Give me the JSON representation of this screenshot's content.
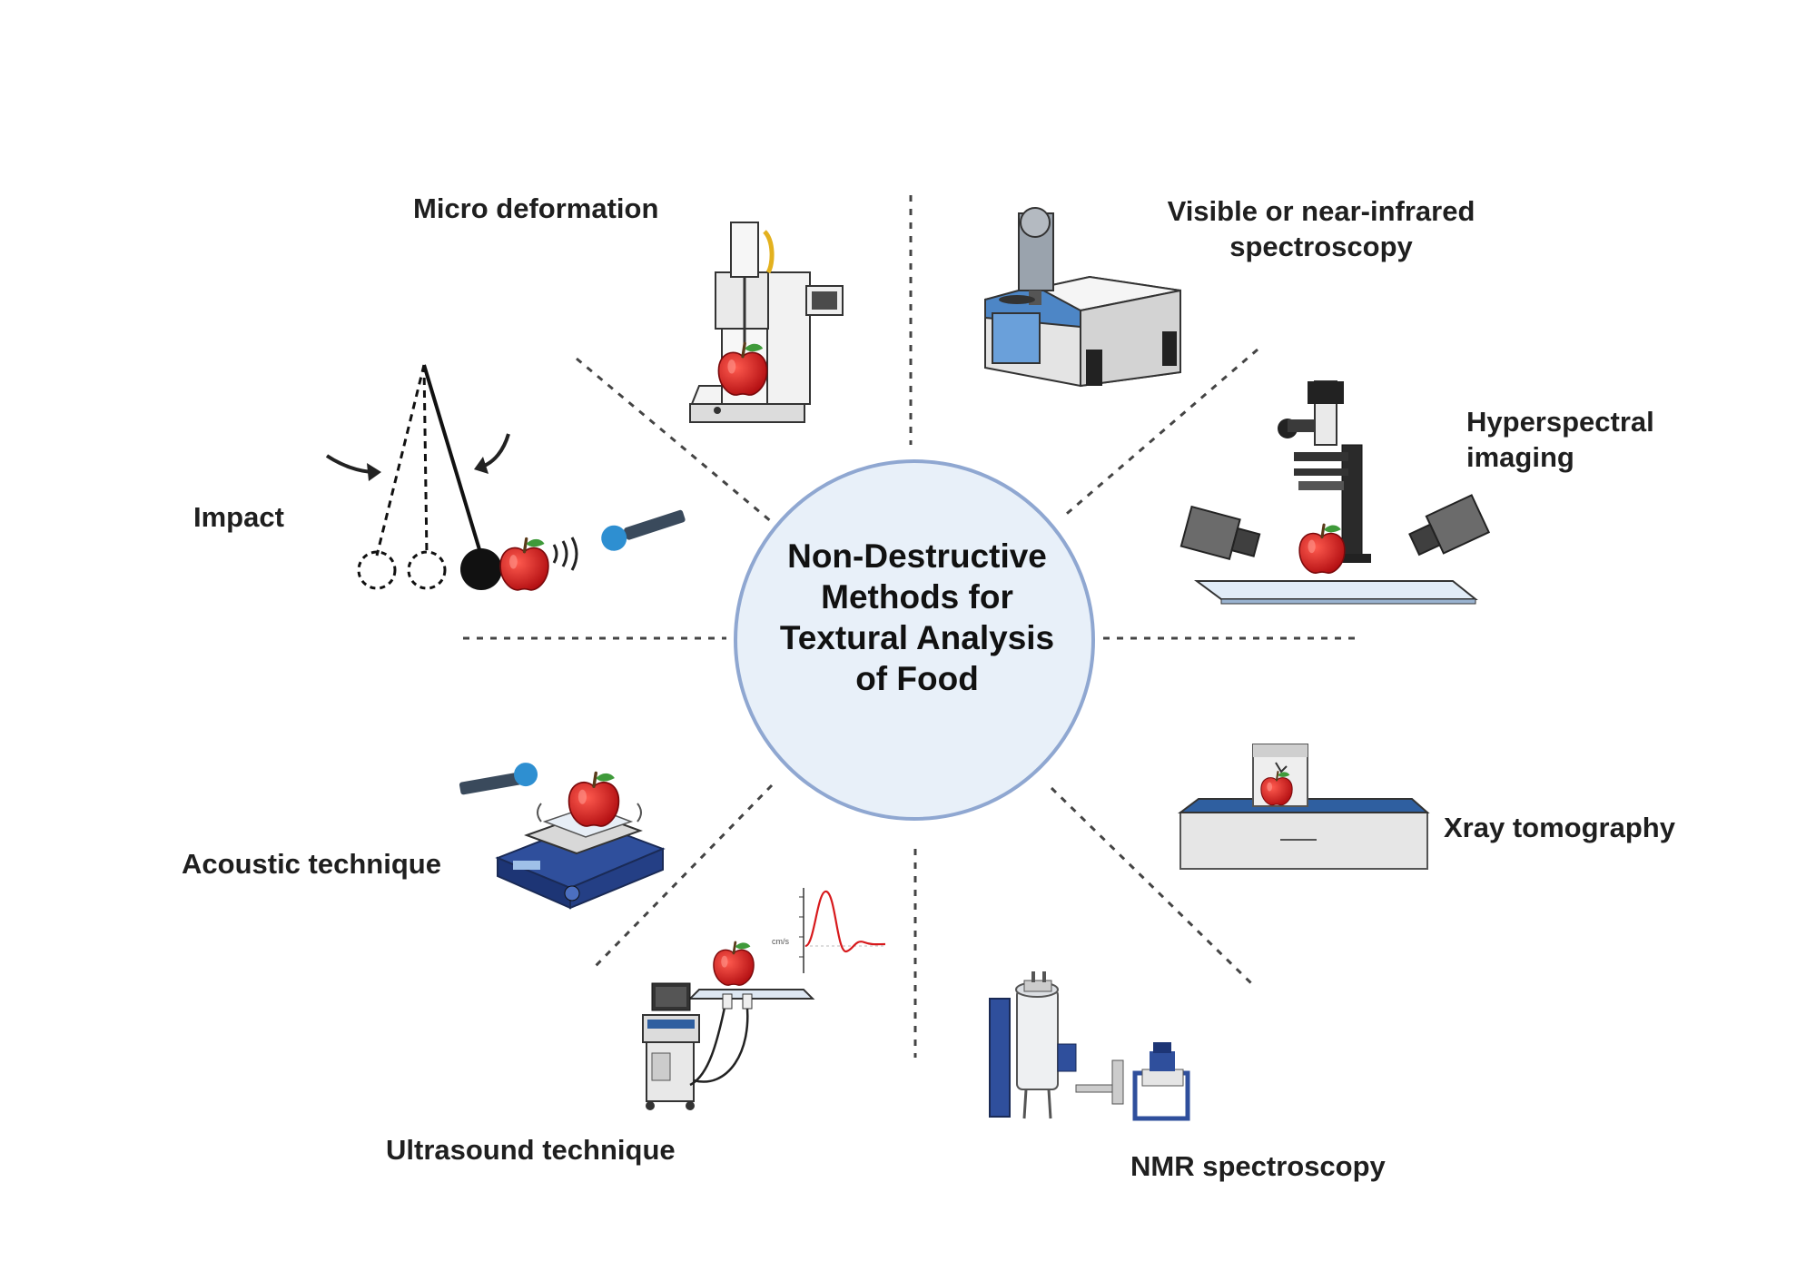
{
  "center": {
    "title": "Non-Destructive\nMethods for\nTextural Analysis\nof Food"
  },
  "methods": {
    "micro_deformation": "Micro deformation",
    "vis_nir": "Visible or near-infrared\nspectroscopy",
    "hyperspectral": "Hyperspectral\nimaging",
    "impact": "Impact",
    "xray": "Xray tomography",
    "acoustic": "Acoustic technique",
    "ultrasound": "Ultrasound technique",
    "nmr": "NMR spectroscopy"
  },
  "ultrasound_plot": {
    "ylabel": "cm/s"
  },
  "colors": {
    "apple": "#d7191c",
    "circle_fill": "#e8f0f9",
    "circle_stroke": "#8fa7d1",
    "blue_instrument": "#2f4f9c",
    "mic_blue": "#2e8fd1",
    "dash": "#444444"
  }
}
